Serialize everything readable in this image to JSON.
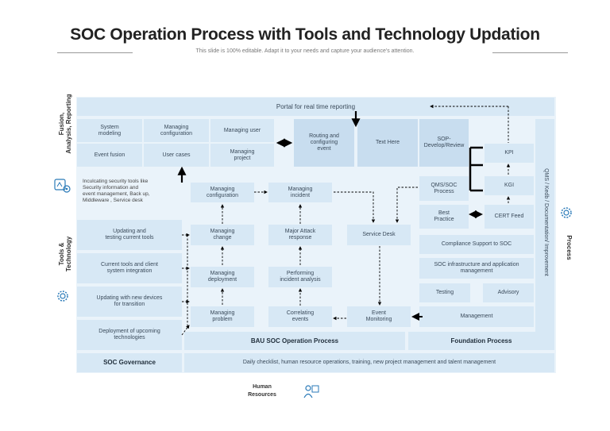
{
  "header": {
    "title": "SOC Operation Process with Tools and Technology Updation",
    "subtitle": "This slide is 100% editable. Adapt it to your needs and capture your audience's attention."
  },
  "side_labels": {
    "fusion": "Fusion,\nAnalysis, Reporting",
    "tools": "Tools &\nTechnology",
    "process": "Process",
    "human_resources": "Human\nResources"
  },
  "boxes": {
    "portal": "Portal for real time reporting",
    "system_modeling": "System\nmodeling",
    "managing_configuration_top": "Managing\nconfiguration",
    "managing_user": "Managing user",
    "routing": "Routing and\nconfiguring\nevent",
    "text_here": "Text Here",
    "event_fusion": "Event fusion",
    "user_cases": "User cases",
    "managing_project": "Managing\nproject",
    "sop": "SOP-\nDevelop/Review",
    "kpi": "KPI",
    "kgi": "KGI",
    "qms_soc": "QMS/SOC\nProcess",
    "best_practice": "Best\nPractice",
    "cert_feed": "CERT Feed",
    "managing_configuration_mid": "Managing\nconfiguration",
    "managing_incident": "Managing\nincident",
    "updating_testing": "Updating and\ntesting current tools",
    "managing_change": "Managing\nchange",
    "major_attack": "Major Attack\nresponse",
    "service_desk": "Service Desk",
    "compliance": "Compliance Support to SOC",
    "current_tools": "Current tools and client\nsystem integration",
    "managing_deployment": "Managing\ndeployment",
    "performing_incident": "Performing\nincident analysis",
    "soc_infra": "SOC infrastructure and application\nmanagement",
    "updating_devices": "Updating with new devices\nfor transition",
    "testing": "Testing",
    "advisory": "Advisory",
    "deployment_upcoming": "Deployment of upcoming\ntechnologies",
    "managing_problem": "Managing\nproblem",
    "correlating": "Correlating\nevents",
    "event_monitoring": "Event\nMonitoring",
    "management": "Management",
    "bau": "BAU SOC Operation Process",
    "foundation": "Foundation Process",
    "soc_governance": "SOC Governance",
    "daily_checklist": "Daily checklist, human resource operations, training, new project management and talent management",
    "qms_vertical": "QMS / Kedb / Documentation/ Improvement"
  },
  "note": "Inculcating security tools like\nSecurity information and\nevent management, Back up,\nMiddleware , Service desk",
  "icons": [
    "gear-gauge-icon",
    "gear-icon",
    "gear-icon",
    "gear-icon",
    "people-icon"
  ],
  "colors": {
    "box": "#d7e8f5",
    "box_dark": "#c8ddef",
    "arrow": "#000000"
  }
}
